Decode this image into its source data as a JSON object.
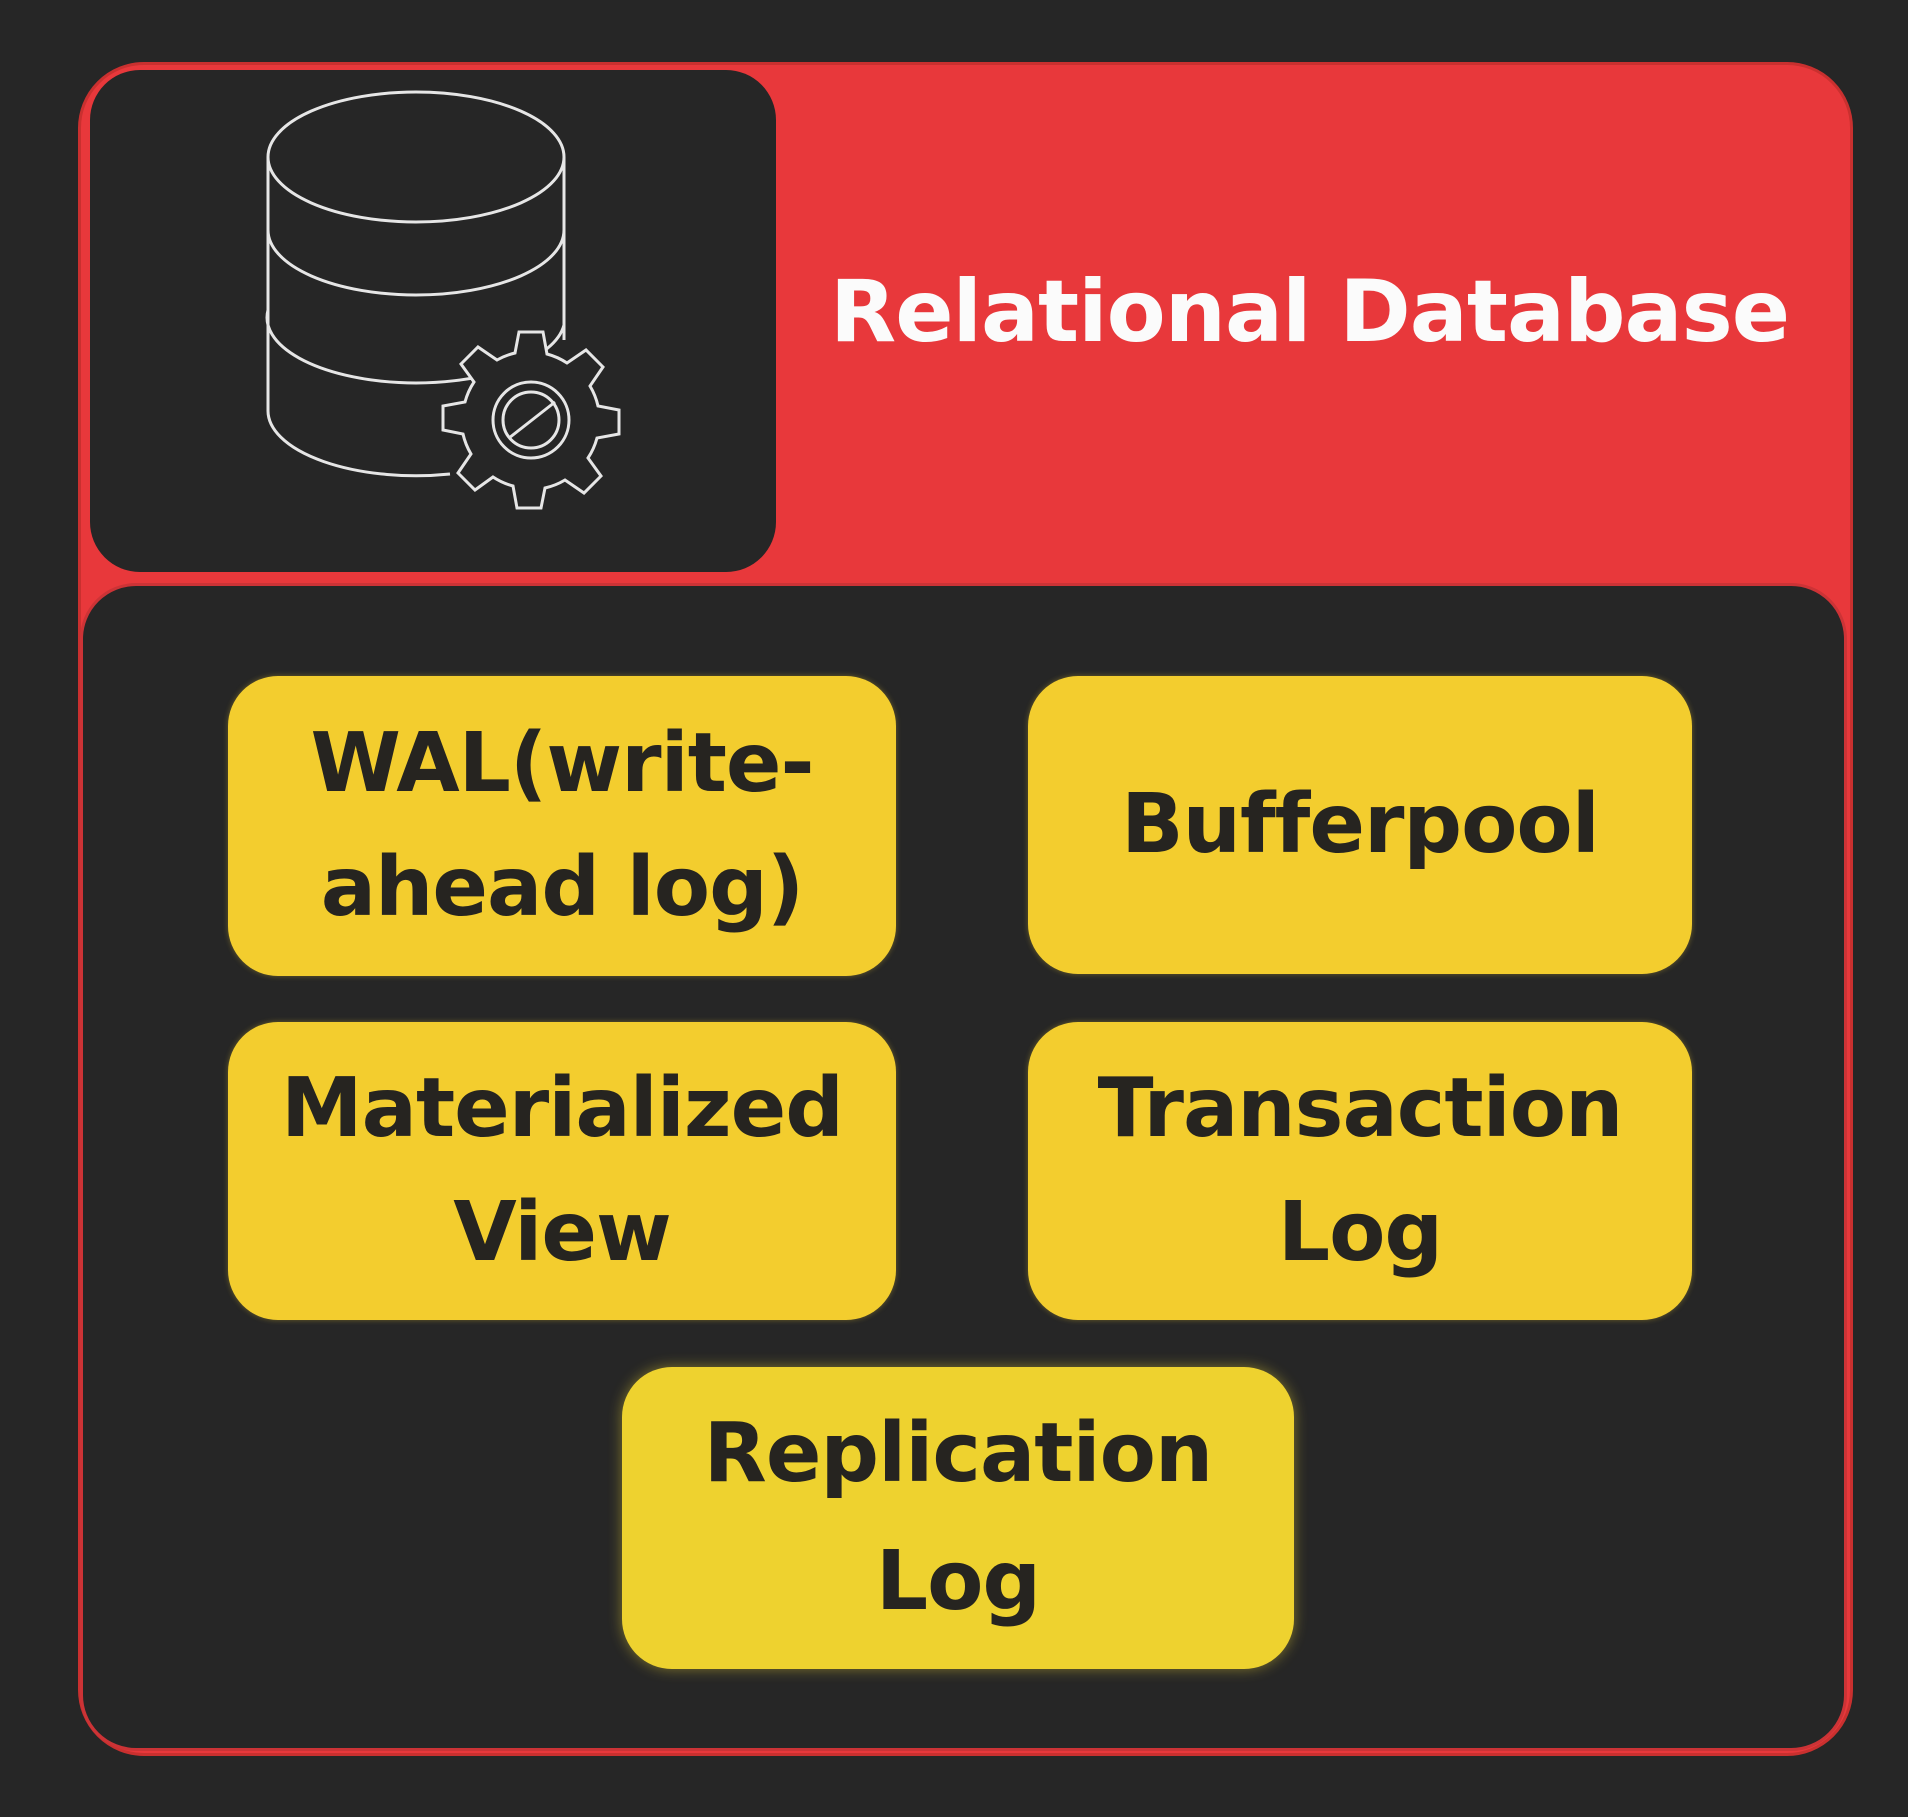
{
  "diagram": {
    "title": "Relational Database",
    "icon": "database-gear-icon",
    "components": [
      {
        "id": "wal",
        "label": "WAL(write-\nahead log)"
      },
      {
        "id": "bufferpool",
        "label": "Bufferpool"
      },
      {
        "id": "materialized_view",
        "label": "Materialized\nView"
      },
      {
        "id": "transaction_log",
        "label": "Transaction\nLog"
      },
      {
        "id": "replication_log",
        "label": "Replication\nLog"
      }
    ],
    "colors": {
      "background": "#262626",
      "container": "#e8383b",
      "component": "#f3cd2e",
      "title_text": "#fbfbfb",
      "component_text": "#262420"
    }
  }
}
